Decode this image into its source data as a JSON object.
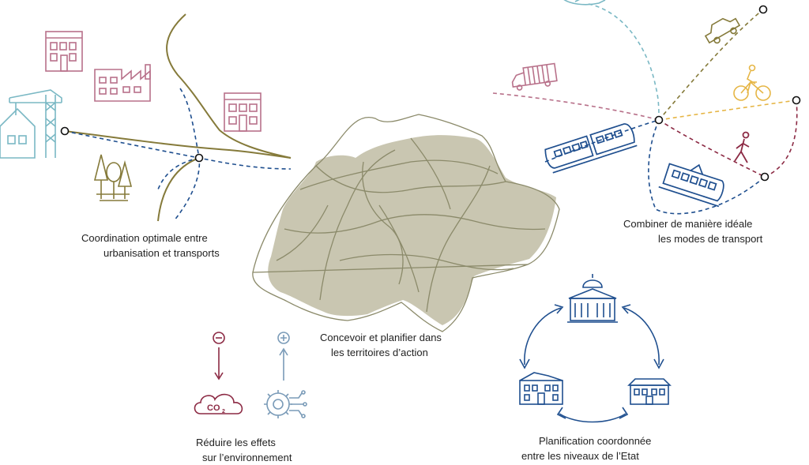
{
  "colors": {
    "olive": "#857a3a",
    "navy": "#1f4f8f",
    "rose": "#b8718a",
    "teal": "#7ab8c4",
    "mustard": "#e6b646",
    "crimson": "#8c2a44",
    "map_fill": "#c9c6b1",
    "map_line": "#8b8a6a",
    "slate": "#7a9bb8"
  },
  "captions": {
    "urban": {
      "line1": "Coordination optimale entre",
      "line2": "urbanisation et transports"
    },
    "transport": {
      "line1": "Combiner de manière idéale",
      "line2": "les modes de transport"
    },
    "territories": {
      "line1": "Concevoir et planifier dans",
      "line2": "les territoires d’action"
    },
    "environment": {
      "line1": "Réduire les effets",
      "line2": "sur l’environnement"
    },
    "planning": {
      "line1": "Planification coordonnée",
      "line2": "entre les niveaux de l’Etat"
    }
  },
  "labels": {
    "co2": "CO",
    "co2_sub": "2"
  },
  "icons": [
    "house-crane-icon",
    "apartment-building-icon",
    "factory-icon",
    "shop-building-icon",
    "trees-icon",
    "truck-icon",
    "train-icon",
    "tram-icon",
    "car-icon",
    "bicycle-icon",
    "pedestrian-icon",
    "airplane-icon",
    "minus-circle-icon",
    "plus-circle-icon",
    "co2-cloud-icon",
    "gear-circuit-icon",
    "federal-palace-icon",
    "canton-building-icon",
    "commune-building-icon"
  ]
}
